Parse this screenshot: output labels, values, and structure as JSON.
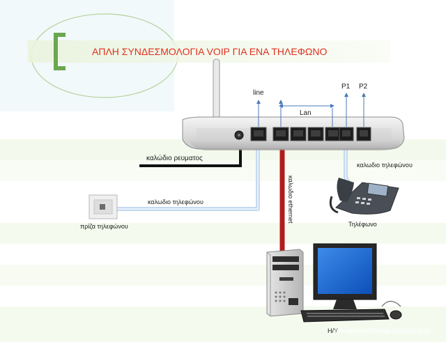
{
  "title": "ΑΠΛΗ ΣΥΝΔΕΣΜΟΛΟΓΙΑ VOIP ΓΙΑ ΕΝΑ ΤΗΛΕΦΩΝΟ",
  "ports": {
    "line": "line",
    "lan": "Lan",
    "p1": "P1",
    "p2": "P2"
  },
  "labels": {
    "power_cable": "καλώδιο ρευματος",
    "phone_cable_right": "καλωδιο τηλεφώνου",
    "phone_cable_left": "καλωδιο τηλεφώνου",
    "ethernet_cable": "καλωδιο ethernet",
    "wall_socket": "πρίζα τηλεφώνου",
    "telephone": "Τηλέφωνο",
    "computer": "Η/Υ",
    "watermark": "cheapyandcheap.blogspot.gr"
  },
  "colors": {
    "title": "#e0301e",
    "bracket": "#6aa84f",
    "ethernet": "#b01c1c",
    "phone_cable": "#c5d9ef",
    "power_cable": "#111111",
    "arrow": "#4a78b8"
  },
  "icons": [
    "router-device",
    "antenna-icon",
    "telephone-icon",
    "computer-tower-icon",
    "monitor-icon",
    "keyboard-icon",
    "mouse-icon",
    "wall-socket-icon"
  ]
}
